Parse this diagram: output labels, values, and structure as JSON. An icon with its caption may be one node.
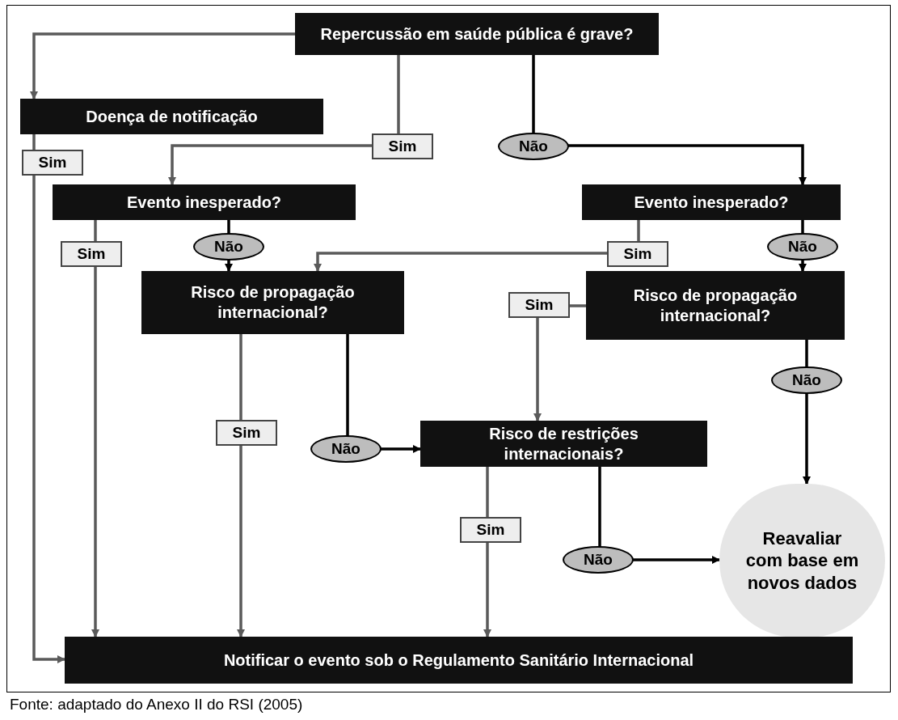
{
  "diagram": {
    "caption": "Fonte: adaptado do Anexo II do RSI (2005)",
    "nodes": [
      {
        "text": [
          "Repercussão em saúde pública é grave?"
        ]
      },
      {
        "text": [
          "Doença de notificação"
        ]
      },
      {
        "text": [
          "Evento inesperado?"
        ]
      },
      {
        "text": [
          "Evento inesperado?"
        ]
      },
      {
        "text": [
          "Risco de propagação internacional?"
        ]
      },
      {
        "text": [
          "Risco de propagação internacional?"
        ]
      },
      {
        "text": [
          "Risco de restrições internacionais?"
        ]
      },
      {
        "text": [
          "Reavaliar com base em novos dados"
        ]
      },
      {
        "text": [
          "Notificar o evento sob o Regulamento Sanitário Internacional"
        ]
      }
    ],
    "edges": [
      {
        "from": 0,
        "to": 1,
        "arrow": "to"
      },
      {
        "from": 1,
        "to": 8,
        "arrow": "to",
        "label": "Sim"
      },
      {
        "from": 0,
        "to": 2,
        "arrow": "to",
        "label": "Sim"
      },
      {
        "from": 0,
        "to": 3,
        "arrow": "to",
        "label": "Não",
        "color": "#000000"
      },
      {
        "from": 2,
        "to": 8,
        "arrow": "to",
        "label": "Sim"
      },
      {
        "from": 2,
        "to": 4,
        "arrow": "to",
        "label": "Não",
        "color": "#000000"
      },
      {
        "from": 3,
        "to": 4,
        "arrow": "to",
        "label": "Sim"
      },
      {
        "from": 3,
        "to": 5,
        "arrow": "to",
        "label": "Não",
        "color": "#000000"
      },
      {
        "from": 4,
        "to": 8,
        "arrow": "to",
        "label": "Sim"
      },
      {
        "from": 4,
        "to": 6,
        "arrow": "to",
        "label": "Não",
        "color": "#000000"
      },
      {
        "from": 5,
        "to": 6,
        "arrow": "to",
        "label": "Sim"
      },
      {
        "from": 5,
        "to": 7,
        "arrow": "to",
        "label": "Não",
        "color": "#000000"
      },
      {
        "from": 6,
        "to": 8,
        "arrow": "to",
        "label": "Sim"
      },
      {
        "from": 6,
        "to": 7,
        "arrow": "to",
        "label": "Não",
        "color": "#000000"
      }
    ]
  }
}
